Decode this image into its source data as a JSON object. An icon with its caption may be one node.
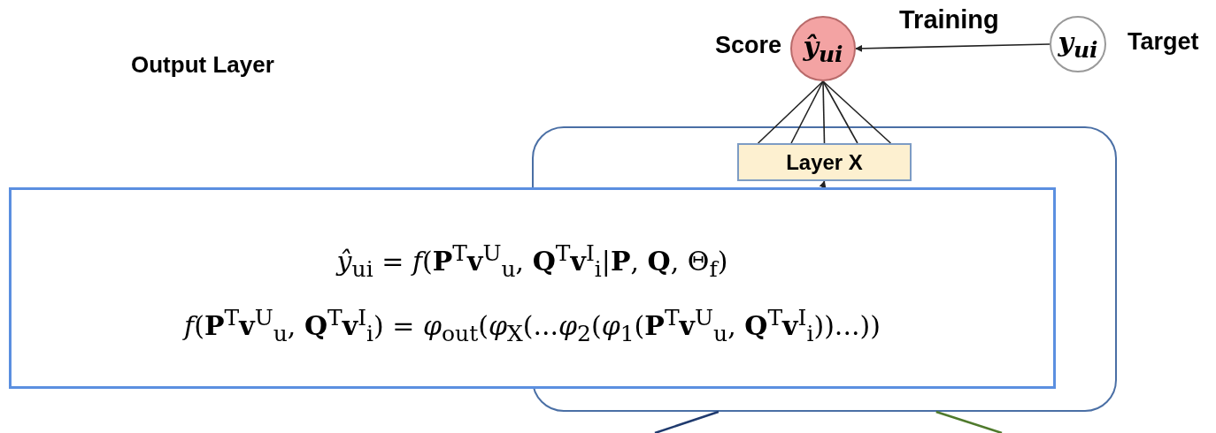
{
  "diagram": {
    "nodes": [
      {
        "text": [
          "ŷ$_{ui}$"
        ],
        "beside": [
          "Score"
        ]
      },
      {
        "text": [
          "y$_{ui}$"
        ],
        "beside": [
          "Target"
        ]
      },
      {
        "text": [],
        "shape": "box"
      },
      {
        "text": [
          "Layer X"
        ],
        "in": 2
      },
      {
        "text": [
          "*ŷ*$_{ui}$ = *f*(**P**$^{T}$**v**$^{U}$$_{u}$, **Q**$^{T}$**v**$^{I}$$_{i}$|**P**, **Q**, Θ$_{f}$)",
          "*f*(**P**$^{T}$**v**$^{U}$$_{u}$, **Q**$^{T}$**v**$^{I}$$_{i}$) = *φ*$_{out}$(*φ*$_{X}$(...*φ*$_{2}$(*φ*$_{1}$(**P**$^{T}$**v**$^{U}$$_{u}$, **Q**$^{T}$**v**$^{I}$$_{i}$))...))"
        ]
      }
    ],
    "edges": [
      {
        "from": 1,
        "to": 0,
        "arrow": "to",
        "label": "Training"
      },
      {
        "from": 3,
        "to": 0,
        "arrow": "none"
      },
      {
        "from": 3,
        "to": 0,
        "arrow": "none"
      },
      {
        "from": 3,
        "to": 0,
        "arrow": "none"
      },
      {
        "from": 3,
        "to": 0,
        "arrow": "none"
      },
      {
        "from": 3,
        "to": 0,
        "arrow": "none"
      },
      {
        "from": 4,
        "to": 3,
        "arrow": "to"
      },
      {
        "from": null,
        "to": 2,
        "arrow": "none",
        "color": "#1f3a6e"
      },
      {
        "from": null,
        "to": 2,
        "arrow": "none",
        "color": "#4f7a2c"
      }
    ],
    "labels": [
      "Output Layer"
    ]
  }
}
